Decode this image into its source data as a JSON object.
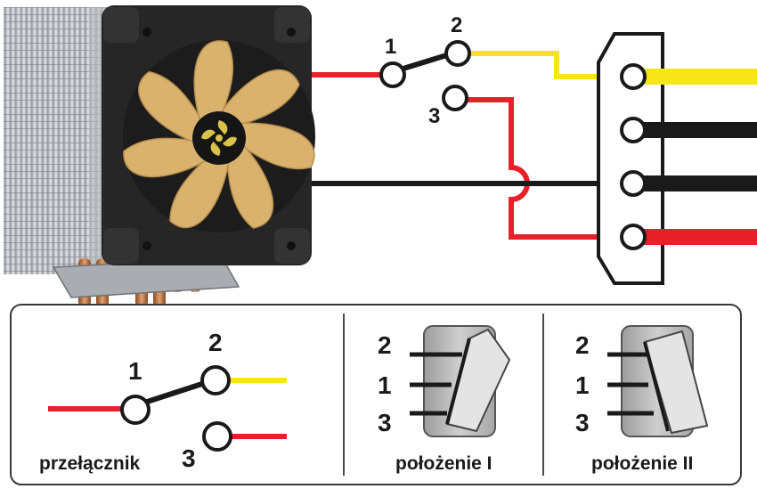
{
  "colors": {
    "red": "#e8202a",
    "yellow": "#f7e51a",
    "black": "#1a1a1a",
    "fan_blade": "#d9b36e",
    "copper": "#c77a3c"
  },
  "icons": {
    "cooler": "cpu-cooler-with-fan-icon",
    "molex": "molex-connector-icon",
    "rocker": "rocker-switch-icon"
  },
  "top_switch": {
    "t1": "1",
    "t2": "2",
    "t3": "3"
  },
  "legend": {
    "switch": {
      "t1": "1",
      "t2": "2",
      "t3": "3",
      "caption": "przełącznik"
    },
    "pos1": {
      "t2": "2",
      "t1": "1",
      "t3": "3",
      "caption": "położenie I"
    },
    "pos2": {
      "t2": "2",
      "t1": "1",
      "t3": "3",
      "caption": "położenie II"
    }
  }
}
